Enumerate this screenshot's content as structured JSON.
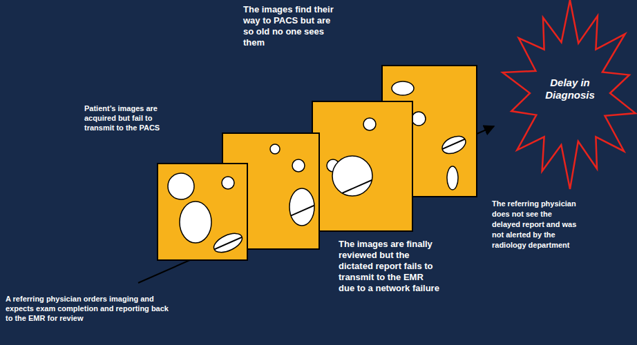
{
  "diagram": {
    "nodes": [
      {
        "text": [
          "Delay in Diagnosis"
        ]
      }
    ],
    "labels": [
      "The images find their way to PACS but are so old no one sees them",
      "Patient’s images are acquired but fail to transmit to the PACS",
      "A referring physician orders imaging and expects exam completion and reporting back to the EMR for review",
      "The images are finally reviewed but the dictated report fails to transmit to the EMR due to a network failure",
      "The referring physician does not see the delayed report and was not alerted by the radiology department"
    ]
  }
}
